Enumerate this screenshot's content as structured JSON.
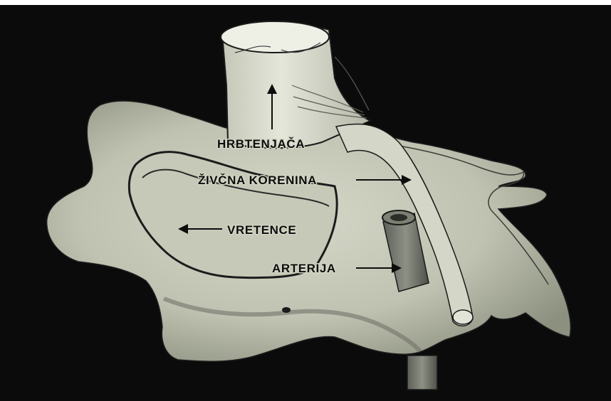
{
  "labels": {
    "spinal_cord": "HRBTENJAČA",
    "nerve_root": "ŽIVČNA KORENINA",
    "vertebra": "VRETENCE",
    "artery": "ARTERIJA"
  },
  "colors": {
    "background": "#0b0b0b",
    "bone": "#c9ccbb",
    "bone_shadow": "#8e9283",
    "bone_dark": "#6f7368",
    "cord": "#dde0d2",
    "label_text": "#0d0d0d",
    "outline": "#1a1a1a"
  }
}
